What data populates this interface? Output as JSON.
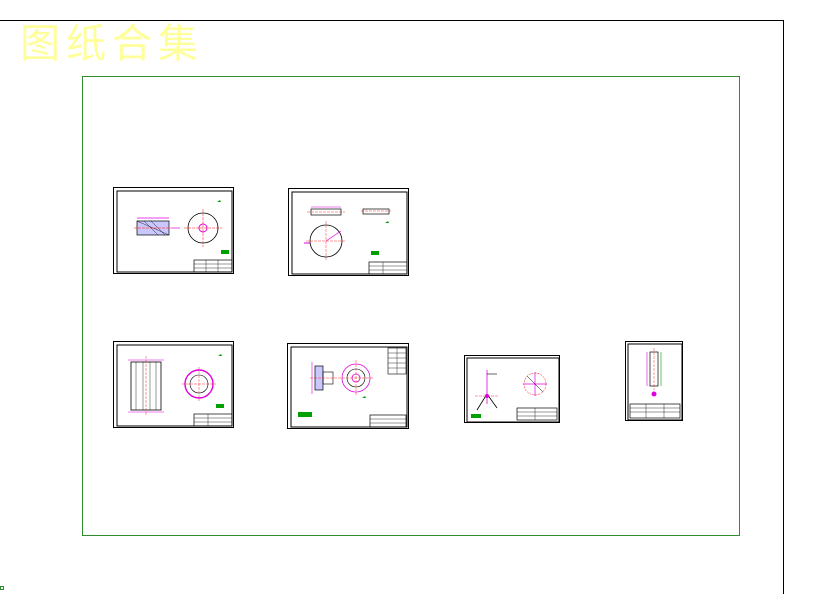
{
  "title": "图纸合集",
  "colors": {
    "title": "#ffff9a",
    "frame_green": "#2e8b2e",
    "magenta": "#e000e0",
    "red": "#ff0000",
    "green": "#00a000",
    "black": "#000000"
  },
  "sheets": [
    {
      "id": "sheet-1",
      "kind": "gear-blank-landscape"
    },
    {
      "id": "sheet-2",
      "kind": "shaft-disc-landscape"
    },
    {
      "id": "sheet-3",
      "kind": "drum-landscape"
    },
    {
      "id": "sheet-4",
      "kind": "hub-assembly-landscape"
    },
    {
      "id": "sheet-5",
      "kind": "bracket-landscape"
    },
    {
      "id": "sheet-6",
      "kind": "pin-portrait"
    }
  ]
}
